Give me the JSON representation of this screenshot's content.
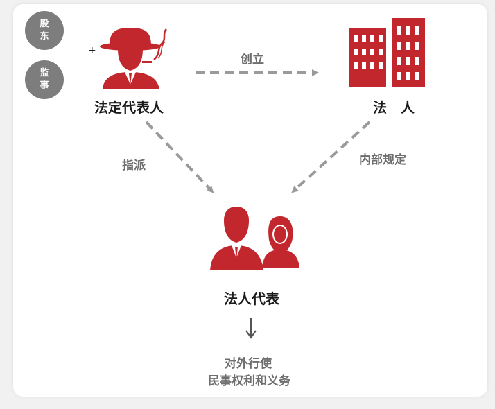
{
  "badges": {
    "shareholder": "股东",
    "supervisor": "监事"
  },
  "plus_sign": "+",
  "nodes": {
    "legal_rep": "法定代表人",
    "legal_person": "法　人",
    "rep_of_legal_person": "法人代表"
  },
  "edges": {
    "establish": "创立",
    "appoint": "指派",
    "internal_rules": "内部规定"
  },
  "outcome": {
    "line1": "对外行使",
    "line2": "民事权利和义务"
  },
  "colors": {
    "accent": "#c2272d",
    "badge": "#7d7d7d",
    "arrow": "#9a9a9a",
    "label": "#6e6e6e"
  },
  "icons": [
    "fedora-man-smoking-icon",
    "office-buildings-icon",
    "man-and-woman-icon",
    "down-arrow-icon"
  ]
}
